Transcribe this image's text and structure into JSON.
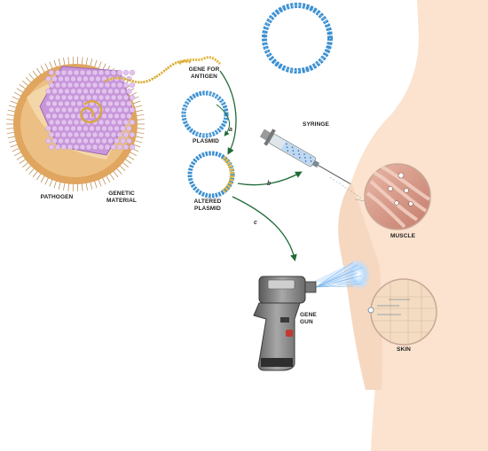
{
  "labels": {
    "pathogen": "PATHOGEN",
    "genetic_material": "GENETIC MATERIAL",
    "gene_for_antigen": "GENE FOR ANTIGEN",
    "plasmid": "PLASMID",
    "altered_plasmid": "ALTERED PLASMID",
    "syringe": "SYRINGE",
    "muscle": "MUSCLE",
    "gene_gun": "GENE GUN",
    "skin": "SKIN"
  },
  "steps": {
    "a": "a",
    "b": "b",
    "c": "c"
  },
  "colors": {
    "skin_tone": "#fbe3cf",
    "arrow": "#1e6b37",
    "dna_blue": "#3b8fd0",
    "gene_gold": "#e0b640",
    "pathogen_shell": "#e0a55f",
    "capsid_purple": "#c996dc",
    "muscle_pink": "#d99a8a",
    "gun_gray": "#8c8c8c"
  },
  "icons": {
    "pathogen": "virus-cutaway-icon",
    "plasmid": "circular-dna-icon",
    "syringe": "syringe-icon",
    "gene_gun": "gene-gun-icon"
  }
}
